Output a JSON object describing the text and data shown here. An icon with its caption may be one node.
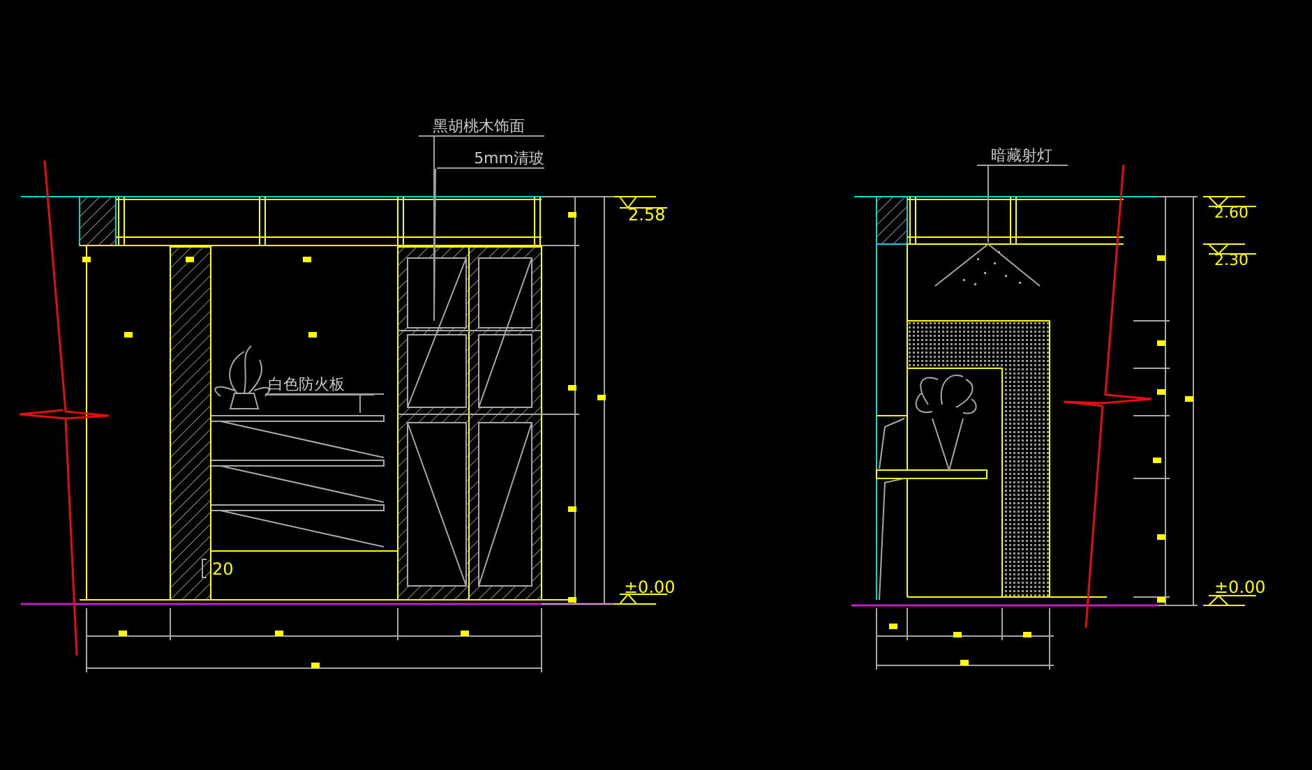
{
  "diagram": {
    "nodes": [
      {
        "text": [
          "黑胡桃木饰面"
        ]
      },
      {
        "text": [
          "5mm清玻"
        ]
      },
      {
        "text": [
          "白色防火板"
        ]
      },
      {
        "text": [
          "暗藏射灯"
        ]
      }
    ],
    "edges": [
      {
        "from": 0,
        "to": null,
        "arrow": "none"
      },
      {
        "from": 1,
        "to": null,
        "arrow": "none"
      },
      {
        "from": 2,
        "to": null,
        "arrow": "none"
      },
      {
        "from": 3,
        "to": null,
        "arrow": "none"
      }
    ],
    "labels": [
      "2.58",
      "±0.00",
      "20",
      "2.60",
      "2.30",
      "±0.00"
    ]
  }
}
